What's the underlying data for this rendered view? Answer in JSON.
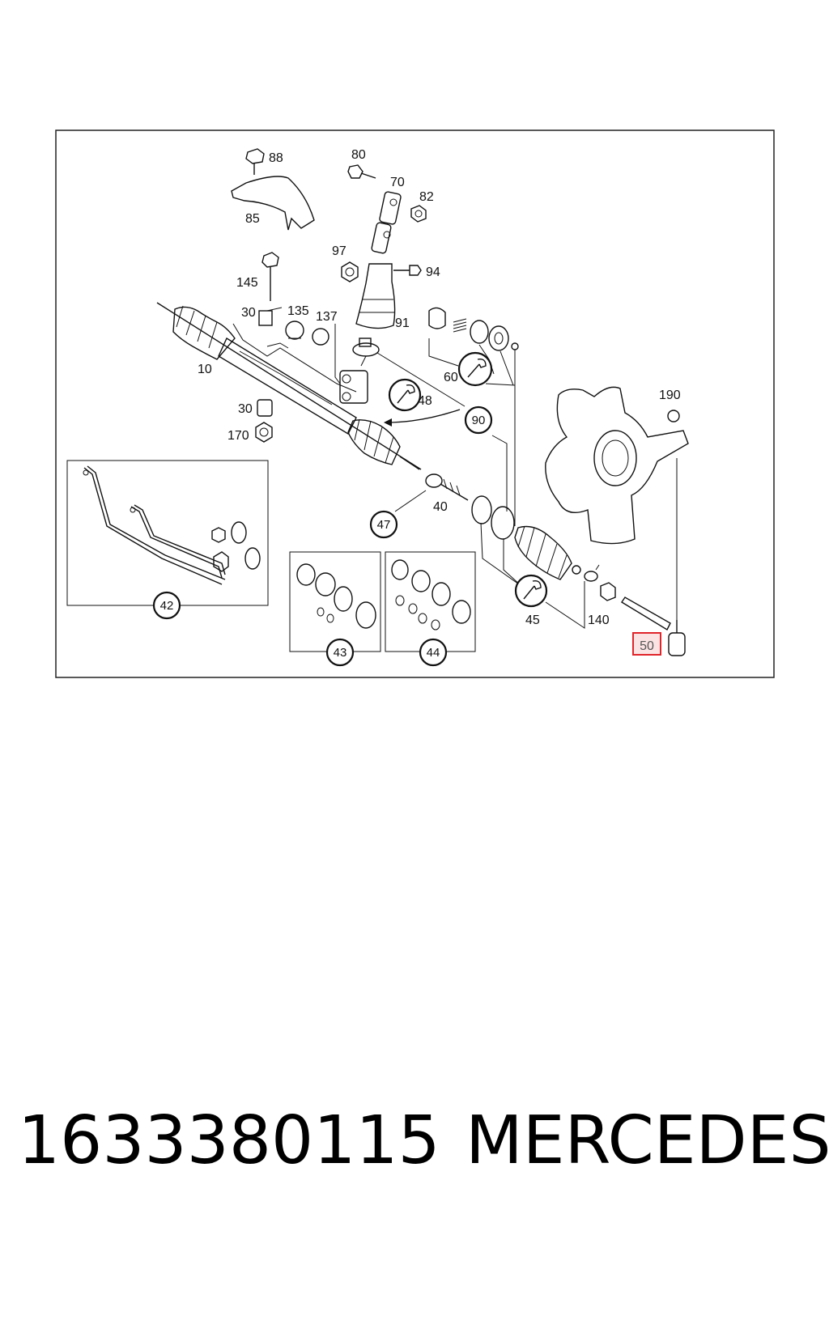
{
  "diagram": {
    "labels": {
      "l88": "88",
      "l80": "80",
      "l70": "70",
      "l82": "82",
      "l85": "85",
      "l97": "97",
      "l94": "94",
      "l145": "145",
      "l30a": "30",
      "l135": "135",
      "l137": "137",
      "l91": "91",
      "l10": "10",
      "l60": "60",
      "l48": "48",
      "l30b": "30",
      "l170": "170",
      "l190": "190",
      "l40": "40",
      "l45": "45",
      "l140": "140"
    },
    "callouts": {
      "c90": "90",
      "c47": "47",
      "c42": "42",
      "c43": "43",
      "c44": "44"
    },
    "highlight": {
      "label": "50",
      "color": "#e0242a"
    }
  },
  "caption": {
    "part_number": "1633380115",
    "brand": "MERCEDES"
  }
}
